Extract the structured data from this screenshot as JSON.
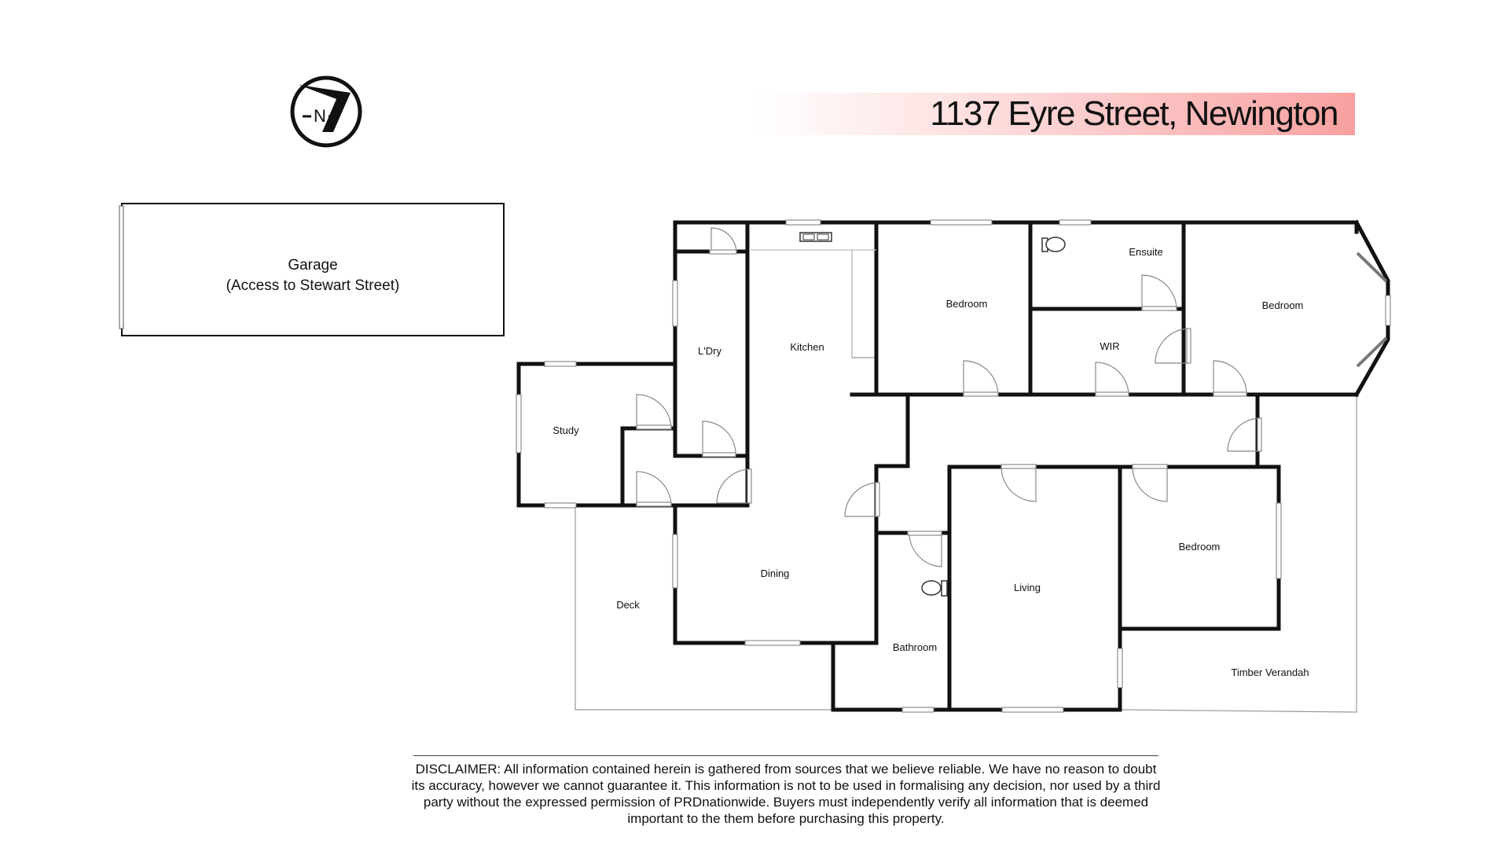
{
  "header": {
    "address": "1137 Eyre Street, Newington",
    "compass_letter": "N",
    "accent_color": "#F9A0A0"
  },
  "garage": {
    "title": "Garage",
    "subtitle": "(Access to Stewart Street)"
  },
  "rooms": {
    "study": "Study",
    "laundry": "L'Dry",
    "kitchen": "Kitchen",
    "bedroom_1": "Bedroom",
    "ensuite": "Ensuite",
    "wir": "WIR",
    "bedroom_2": "Bedroom",
    "dining": "Dining",
    "deck": "Deck",
    "bathroom": "Bathroom",
    "living": "Living",
    "bedroom_3": "Bedroom",
    "verandah": "Timber Verandah"
  },
  "disclaimer": "DISCLAIMER: All information contained herein is gathered from sources that we believe reliable. We have no reason to doubt its accuracy, however we cannot guarantee it. This information is not to be used in formalising any decision, nor used by a third party without the expressed permission of PRDnationwide. Buyers must independently verify all information that is deemed important to the them before purchasing this property."
}
